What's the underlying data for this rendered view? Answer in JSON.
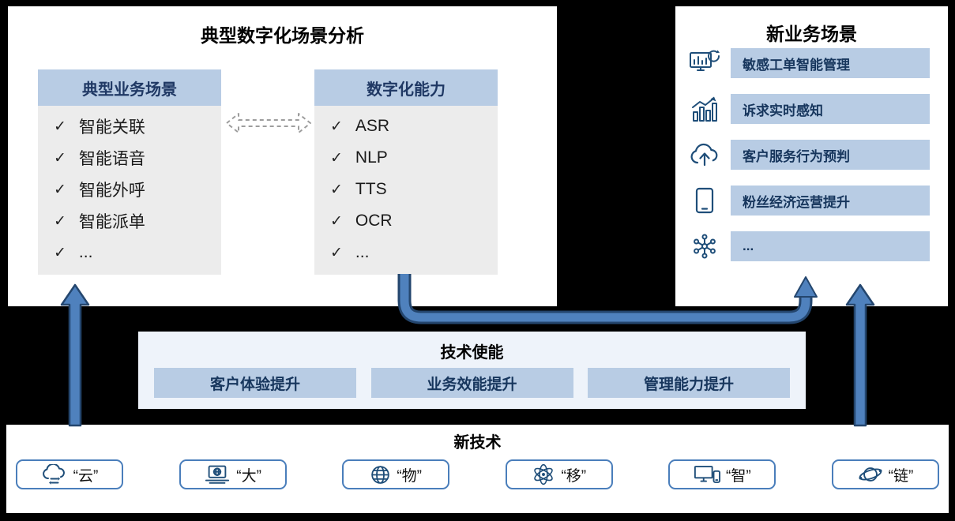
{
  "check_glyph": "✓",
  "colors": {
    "header_blue": "#b8cce4",
    "arrow_fill": "#4f81bd",
    "arrow_border": "#24466e",
    "navy_text": "#17365d",
    "body_gray": "#ececec",
    "box_border_blue": "#4a7ebb"
  },
  "analysis_panel": {
    "title": "典型数字化场景分析",
    "business": {
      "header": "典型业务场景",
      "items": [
        "智能关联",
        "智能语音",
        "智能外呼",
        "智能派单",
        "..."
      ]
    },
    "capability": {
      "header": "数字化能力",
      "items": [
        "ASR",
        "NLP",
        "TTS",
        "OCR",
        "..."
      ]
    }
  },
  "new_business_panel": {
    "title": "新业务场景",
    "items": [
      {
        "icon": "monitor-analytics-icon",
        "label": "敏感工单智能管理"
      },
      {
        "icon": "bar-chart-growth-icon",
        "label": "诉求实时感知"
      },
      {
        "icon": "cloud-upload-icon",
        "label": "客户服务行为预判"
      },
      {
        "icon": "tablet-icon",
        "label": "粉丝经济运营提升"
      },
      {
        "icon": "molecule-network-icon",
        "label": "..."
      }
    ]
  },
  "enablement_panel": {
    "title": "技术使能",
    "items": [
      "客户体验提升",
      "业务效能提升",
      "管理能力提升"
    ]
  },
  "technology_panel": {
    "title": "新技术",
    "items": [
      {
        "icon": "cloud-sync-icon",
        "label": "“云”"
      },
      {
        "icon": "laptop-globe-icon",
        "label": "“大”"
      },
      {
        "icon": "globe-icon",
        "label": "“物”"
      },
      {
        "icon": "atom-icon",
        "label": "“移”"
      },
      {
        "icon": "desktop-phone-icon",
        "label": "“智”"
      },
      {
        "icon": "chain-globe-icon",
        "label": "“链”"
      }
    ]
  }
}
